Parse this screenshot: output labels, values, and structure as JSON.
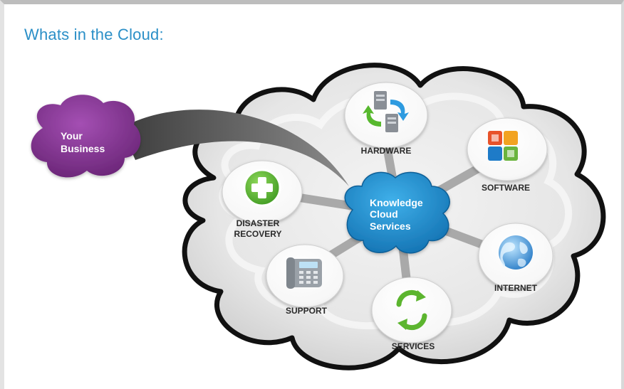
{
  "title": "Whats in the Cloud:",
  "business": {
    "line1": "Your",
    "line2": "Business"
  },
  "hub": {
    "line1": "Knowledge",
    "line2": "Cloud",
    "line3": "Services"
  },
  "nodes": {
    "hardware": {
      "label": "HARDWARE",
      "icon": "server-sync-icon"
    },
    "software": {
      "label": "SOFTWARE",
      "icon": "office-logo-icon"
    },
    "internet": {
      "label": "INTERNET",
      "icon": "globe-icon"
    },
    "services": {
      "label": "SERVICES",
      "icon": "refresh-arrows-icon"
    },
    "support": {
      "label": "SUPPORT",
      "icon": "desk-phone-icon"
    },
    "disaster": {
      "line1": "DISASTER",
      "line2": "RECOVERY",
      "icon": "plus-cross-icon"
    }
  },
  "colors": {
    "title": "#2b8fc7",
    "business_cloud": "#7a2f88",
    "hub_cloud": "#1f8fd0",
    "big_cloud_fill": "#e9e9e9",
    "big_cloud_outline": "#111111",
    "spoke": "#a9a9a9"
  }
}
